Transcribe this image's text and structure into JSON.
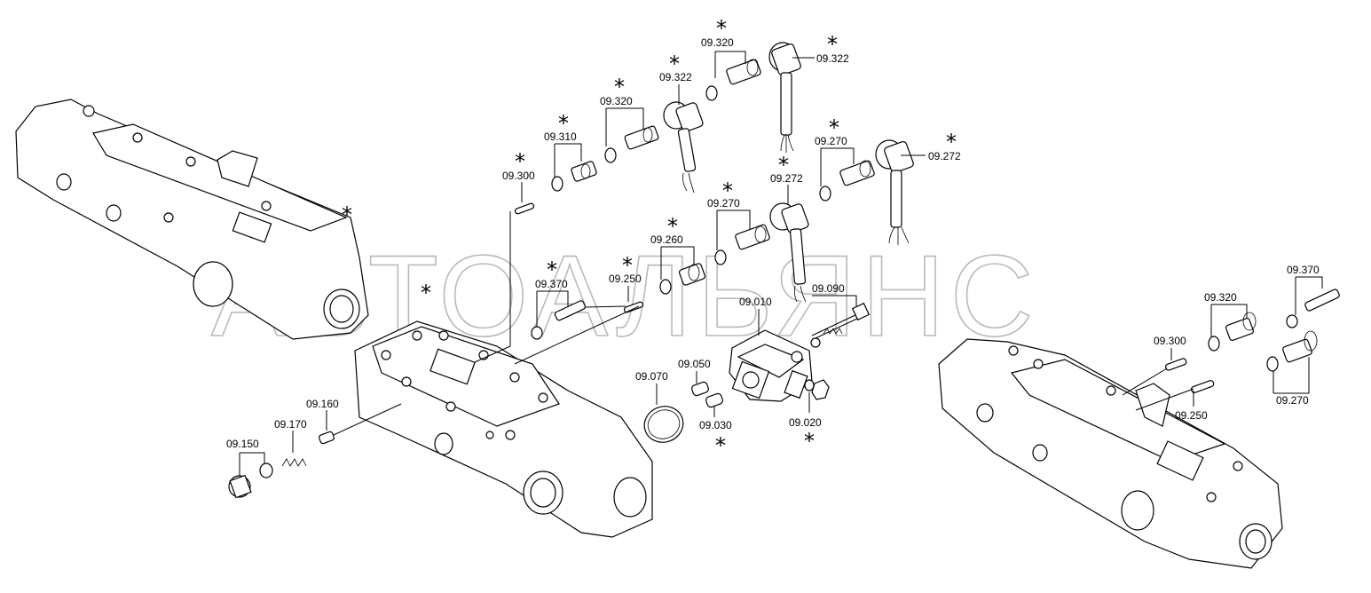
{
  "diagram": {
    "watermark": "АВТОАЛЬЯНС",
    "star_symbol": "*",
    "labels": [
      {
        "id": "l1",
        "text": "09.320"
      },
      {
        "id": "l2",
        "text": "09.322"
      },
      {
        "id": "l3",
        "text": "09.322"
      },
      {
        "id": "l4",
        "text": "09.320"
      },
      {
        "id": "l5",
        "text": "09.310"
      },
      {
        "id": "l6",
        "text": "09.300"
      },
      {
        "id": "l7",
        "text": "09.270"
      },
      {
        "id": "l8",
        "text": "09.272"
      },
      {
        "id": "l9",
        "text": "09.272"
      },
      {
        "id": "l10",
        "text": "09.270"
      },
      {
        "id": "l11",
        "text": "09.260"
      },
      {
        "id": "l12",
        "text": "09.370"
      },
      {
        "id": "l13",
        "text": "09.250"
      },
      {
        "id": "l14",
        "text": "09.010"
      },
      {
        "id": "l15",
        "text": "09.090"
      },
      {
        "id": "l16",
        "text": "09.160"
      },
      {
        "id": "l17",
        "text": "09.170"
      },
      {
        "id": "l18",
        "text": "09.150"
      },
      {
        "id": "l19",
        "text": "09.070"
      },
      {
        "id": "l20",
        "text": "09.050"
      },
      {
        "id": "l21",
        "text": "09.030"
      },
      {
        "id": "l22",
        "text": "09.020"
      },
      {
        "id": "l23",
        "text": "09.370"
      },
      {
        "id": "l24",
        "text": "09.320"
      },
      {
        "id": "l25",
        "text": "09.300"
      },
      {
        "id": "l26",
        "text": "09.270"
      },
      {
        "id": "l27",
        "text": "09.250"
      }
    ]
  }
}
